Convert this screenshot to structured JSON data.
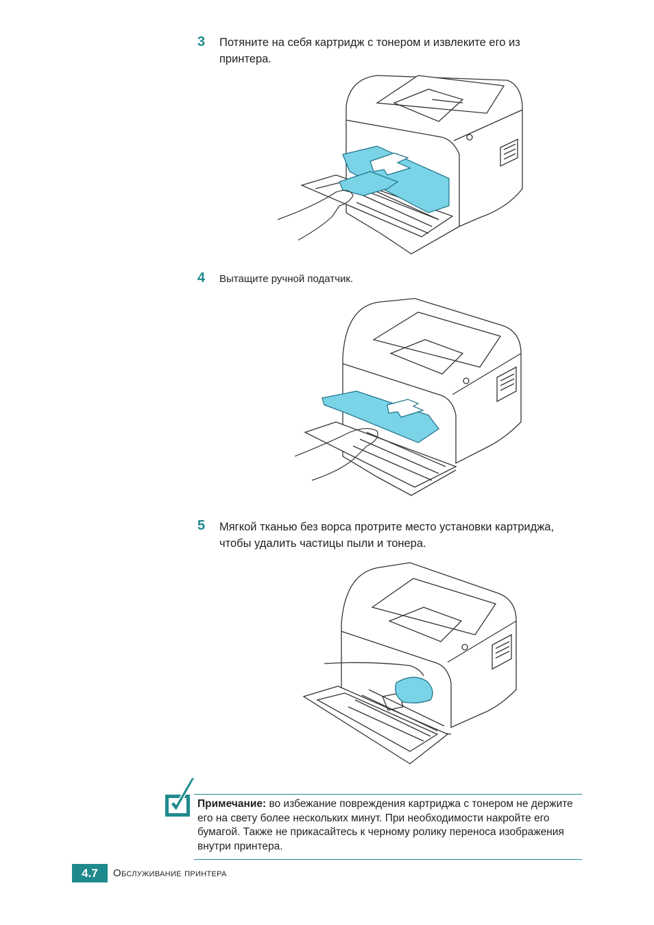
{
  "steps": [
    {
      "number": "3",
      "text_line1": "Потяните на себя картридж с тонером и извлеките его из",
      "text_line2": "принтера."
    },
    {
      "number": "4",
      "text_line1": "Вытащите ручной податчик.",
      "text_line2": ""
    },
    {
      "number": "5",
      "text_line1": "Мягкой тканью без ворса протрите место установки картриджа,",
      "text_line2": "чтобы удалить частицы пыли и тонера."
    }
  ],
  "note": {
    "label": "Примечание:",
    "text": " во избежание повреждения картриджа с тонером не держите его на свету более нескольких минут. При необходимости накройте его бумагой. Также не прикасайтесь к черному ролику переноса изображения внутри принтера."
  },
  "footer": {
    "page_number": "4.7",
    "section_title": "Обслуживание принтера"
  },
  "colors": {
    "accent": "#1f8a8e",
    "highlight": "#7ad3e6"
  }
}
